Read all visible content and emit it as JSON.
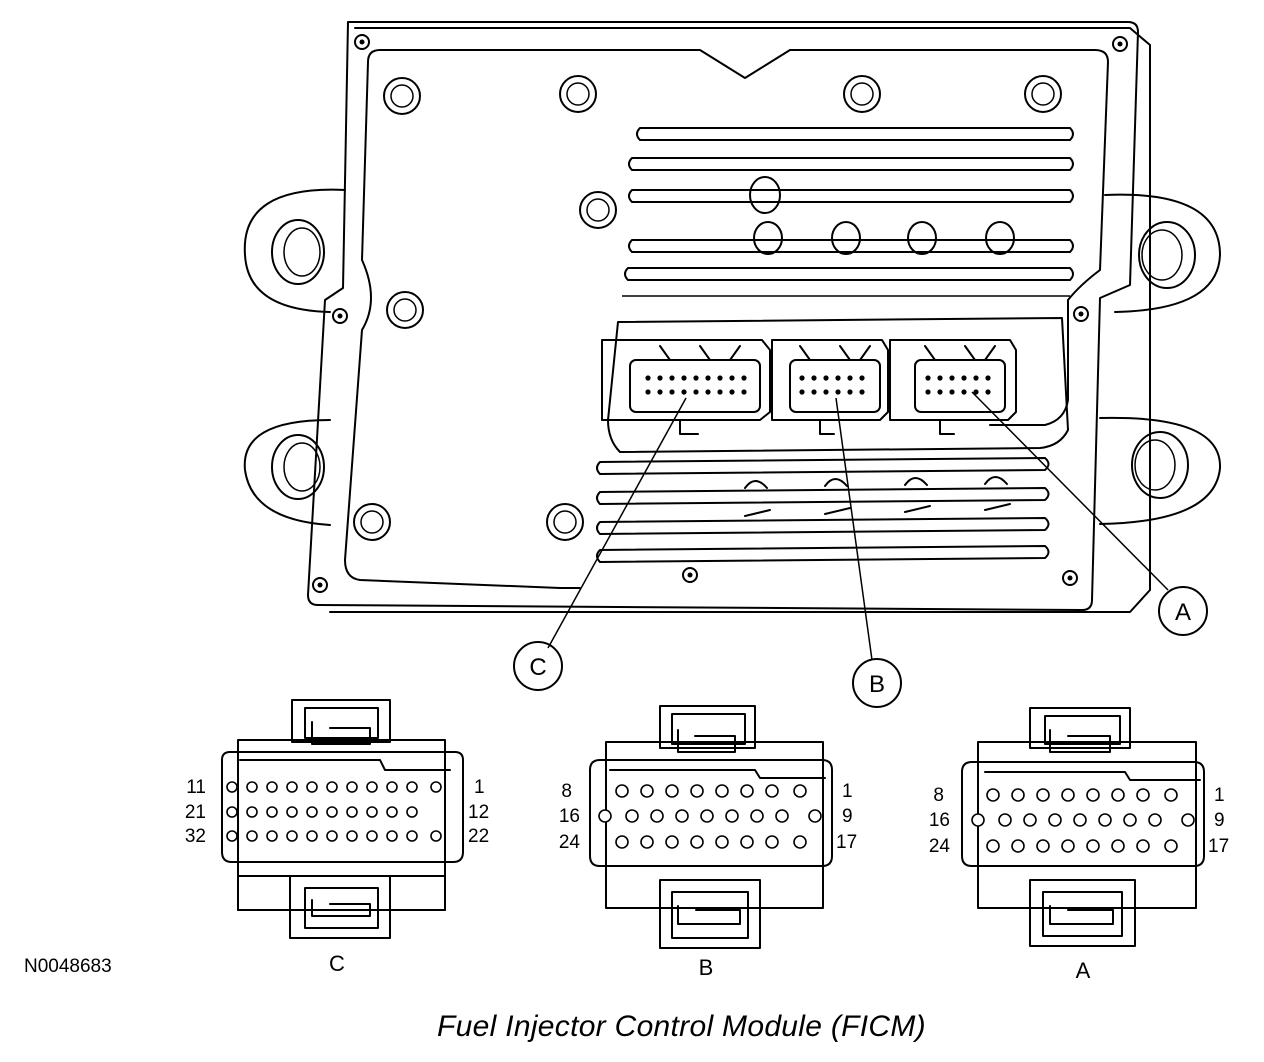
{
  "figure_id": "N0048683",
  "caption": "Fuel Injector Control Module (FICM)",
  "callouts": {
    "a": "A",
    "b": "B",
    "c": "C"
  },
  "connectors": {
    "c": {
      "label": "C",
      "rows": 3,
      "row1_left": "11",
      "row1_right": "1",
      "row2_left": "21",
      "row2_right": "12",
      "row3_left": "32",
      "row3_right": "22"
    },
    "b": {
      "label": "B",
      "rows": 3,
      "row1_left": "8",
      "row1_right": "1",
      "row2_left": "16",
      "row2_right": "9",
      "row3_left": "24",
      "row3_right": "17"
    },
    "a": {
      "label": "A",
      "rows": 3,
      "row1_left": "8",
      "row1_right": "1",
      "row2_left": "16",
      "row2_right": "9",
      "row3_left": "24",
      "row3_right": "17"
    }
  }
}
